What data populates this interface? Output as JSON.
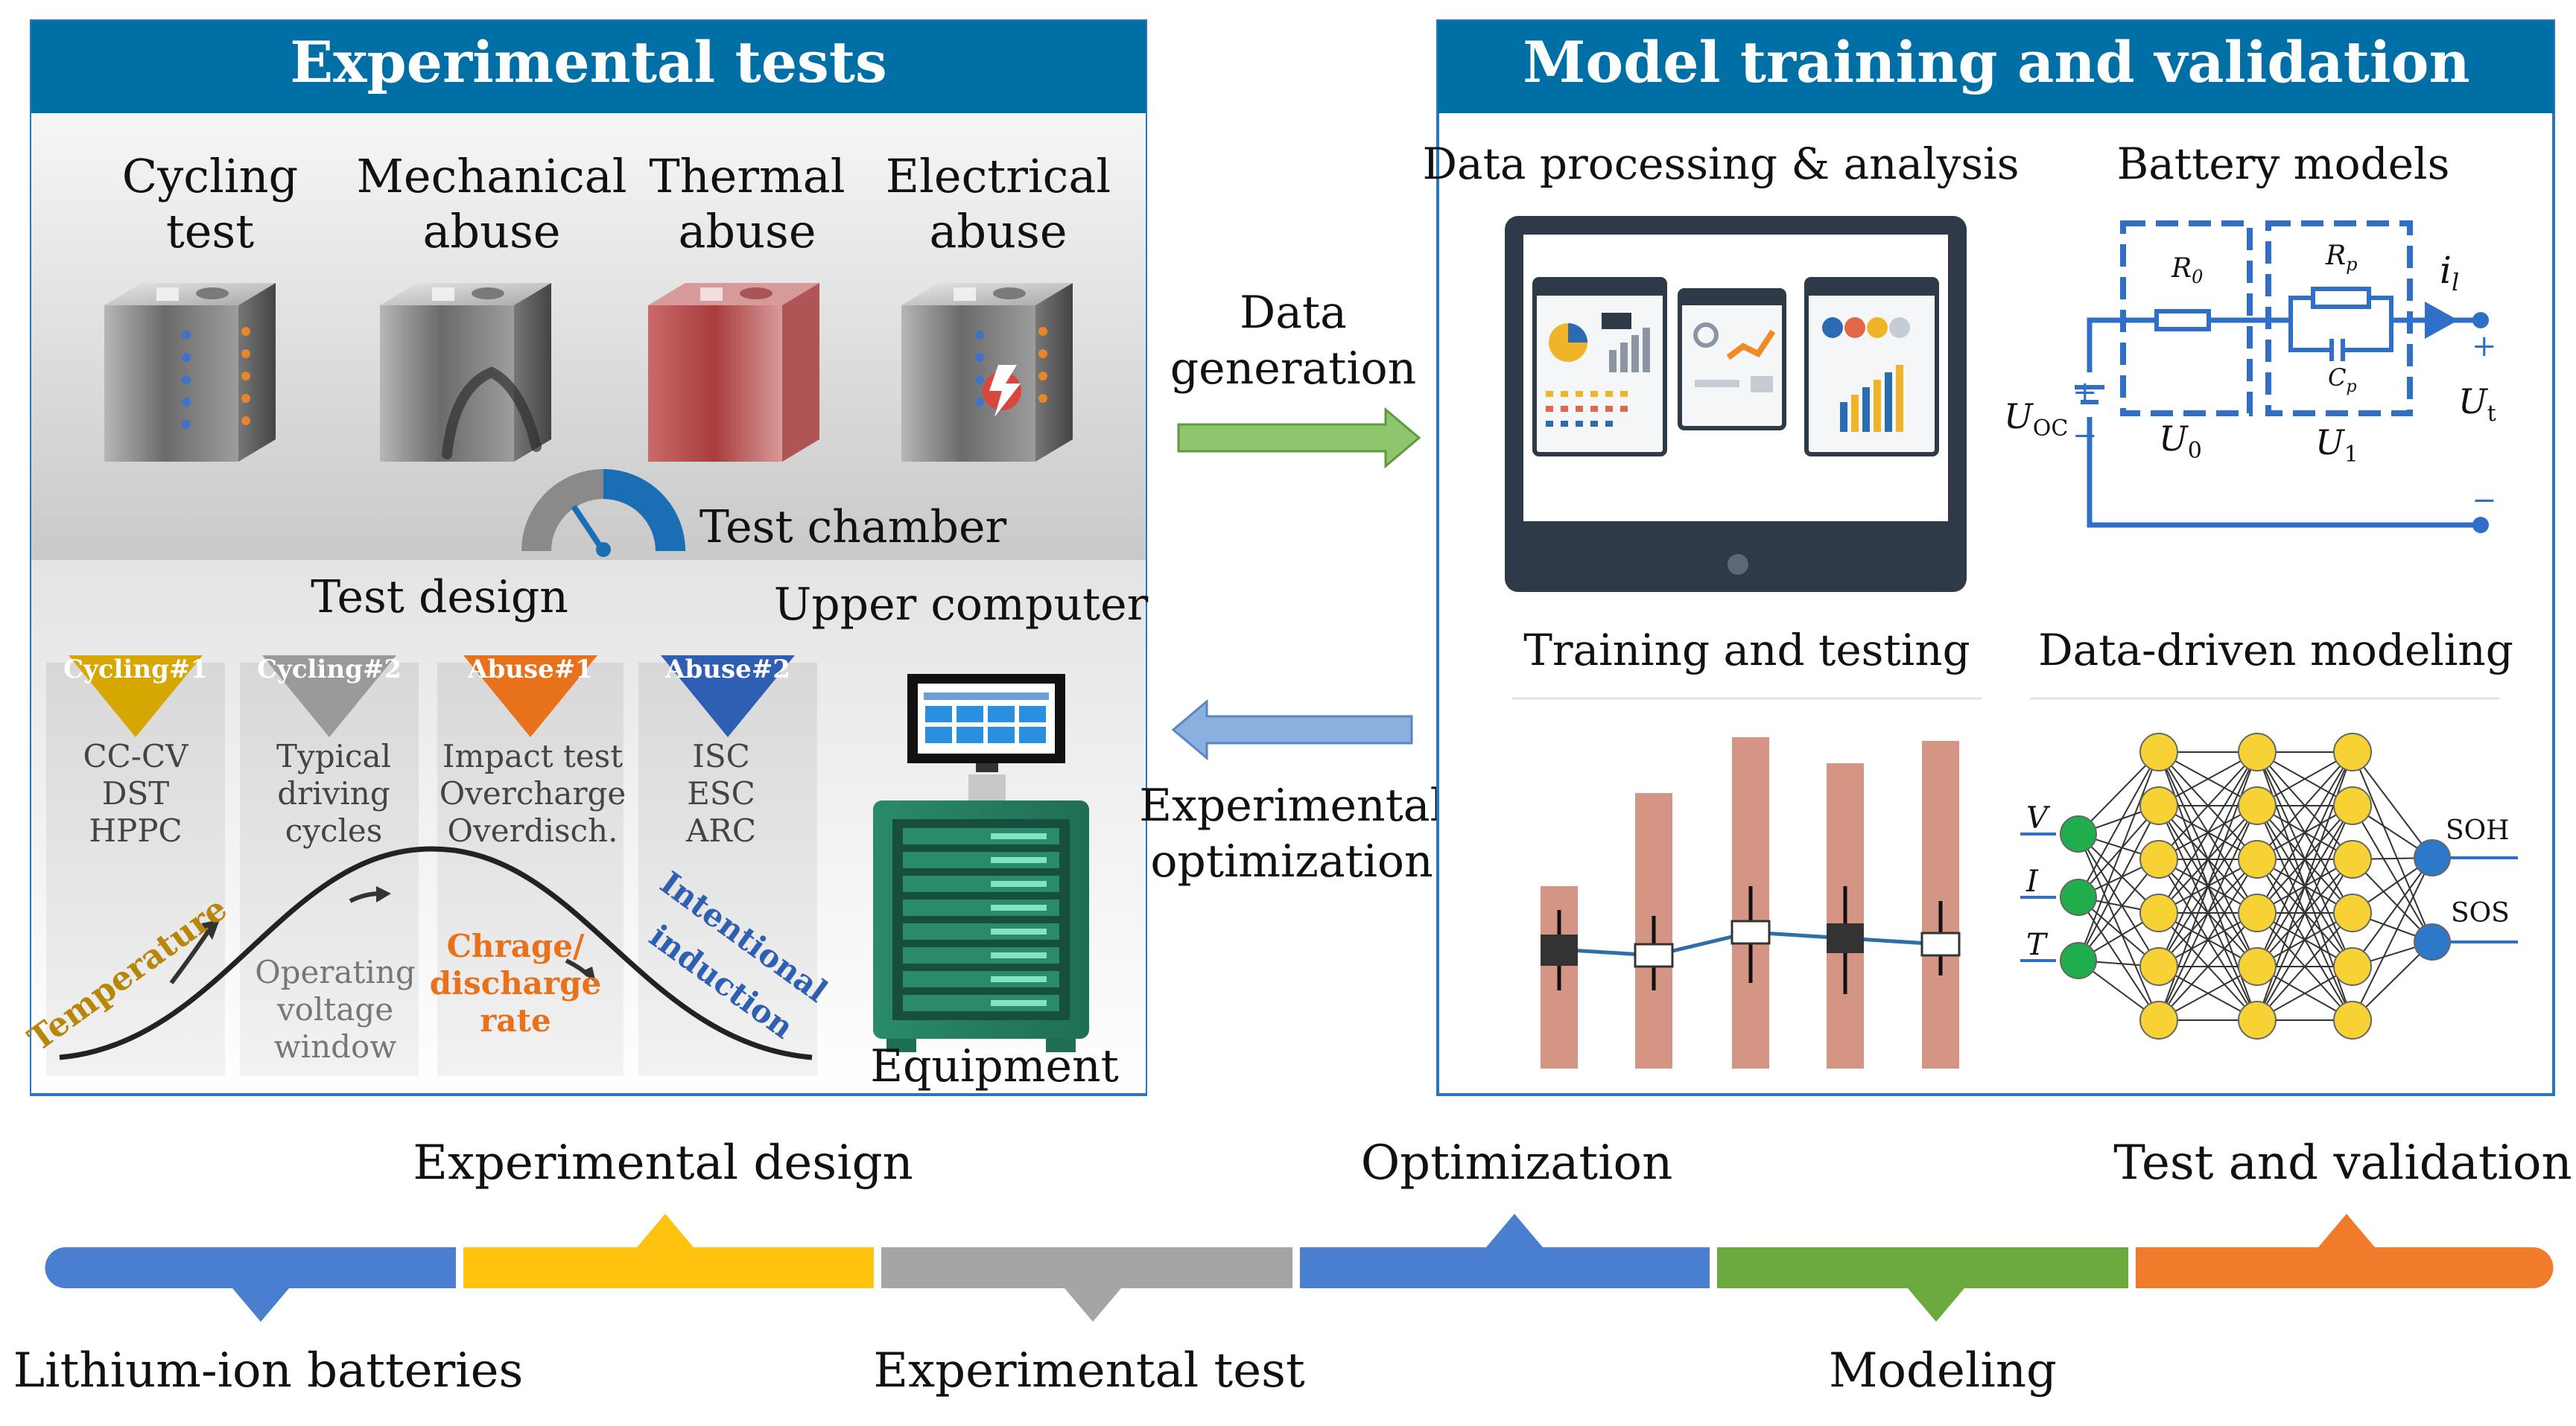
{
  "left_panel": {
    "header": "Experimental tests",
    "tests": [
      {
        "line1": "Cycling",
        "line2": "test"
      },
      {
        "line1": "Mechanical",
        "line2": "abuse"
      },
      {
        "line1": "Thermal",
        "line2": "abuse"
      },
      {
        "line1": "Electrical",
        "line2": "abuse"
      }
    ],
    "test_chamber": "Test chamber",
    "test_design": "Test design",
    "upper_computer": "Upper computer",
    "equipment": "Equipment",
    "cards": [
      {
        "tag": "Cycling#1",
        "lines": [
          "CC-CV",
          "DST",
          "HPPC"
        ],
        "color": "#d6a700"
      },
      {
        "tag": "Cycling#2",
        "lines": [
          "Typical",
          "driving",
          "cycles"
        ],
        "color": "#9a9a9a"
      },
      {
        "tag": "Abuse#1",
        "lines": [
          "Impact test",
          "Overcharge",
          "Overdisch."
        ],
        "color": "#e8711c"
      },
      {
        "tag": "Abuse#2",
        "lines": [
          "ISC",
          "ESC",
          "ARC"
        ],
        "color": "#2f5fb3"
      }
    ],
    "curve_labels": {
      "temperature": "Temperature",
      "operating": [
        "Operating",
        "voltage",
        "window"
      ],
      "charge": [
        "Chrage/",
        "discharge",
        "rate"
      ],
      "intentional": [
        "Intentional",
        "induction"
      ]
    }
  },
  "middle": {
    "data_generation": [
      "Data",
      "generation"
    ],
    "experimental_optimization": [
      "Experimental",
      "optimization"
    ]
  },
  "right_panel": {
    "header": "Model training and validation",
    "data_processing": "Data processing & analysis",
    "battery_models": "Battery models",
    "training_testing": "Training and testing",
    "data_driven": "Data-driven modeling",
    "circuit": {
      "R0": "R",
      "R0_sub": "0",
      "Rp": "R",
      "Rp_sub": "p",
      "Cp": "C",
      "Cp_sub": "p",
      "Uoc": "U",
      "Uoc_sub": "OC",
      "U0": "U",
      "U0_sub": "0",
      "U1": "U",
      "U1_sub": "1",
      "Ut": "U",
      "Ut_sub": "t",
      "il": "i",
      "il_sub": "l",
      "plus": "+",
      "minus": "−"
    },
    "nn": {
      "inputs": [
        "V",
        "I",
        "T"
      ],
      "outputs": [
        "SOH",
        "SOS"
      ]
    }
  },
  "timeline": {
    "top_labels": [
      "Experimental design",
      "Optimization",
      "Test and validation"
    ],
    "bottom_labels": [
      "Lithium-ion batteries",
      "Experimental test",
      "Modeling"
    ],
    "segment_colors": [
      "#4a7fd0",
      "#ffc20e",
      "#a5a5a5",
      "#4a7fd0",
      "#6aaa3f",
      "#ef7b2b"
    ]
  },
  "colors": {
    "header_blue": "#006fa6",
    "panel_border": "#2c77b3",
    "arrow_green": "#8fc56d",
    "arrow_blue": "#8ab0e0",
    "bar_color": "#d59585",
    "nn_node": "#f7d234",
    "nn_input": "#1fae4b",
    "nn_output": "#2d78c8",
    "circuit": "#2f6fc8"
  }
}
